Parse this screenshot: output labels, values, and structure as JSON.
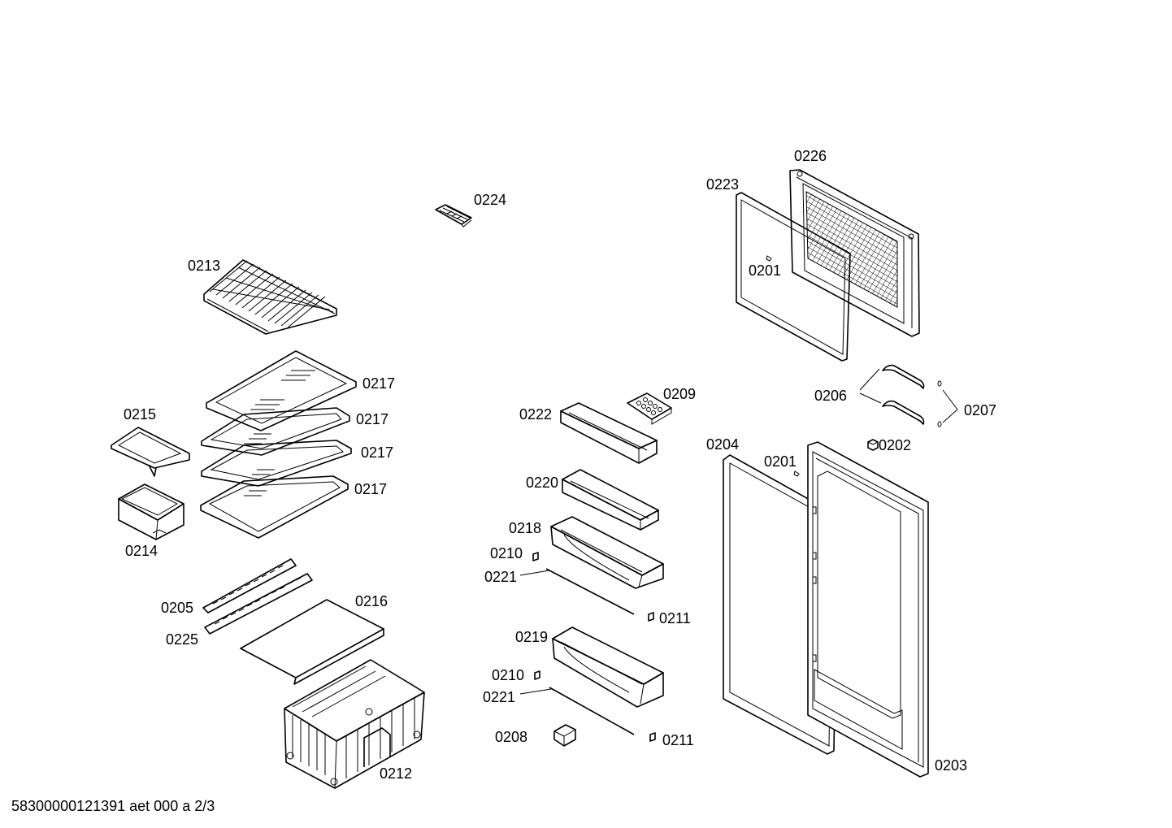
{
  "drawing_id": "58300000121391 aet 000 a 2/3",
  "labels": {
    "l0226": "0226",
    "l0223": "0223",
    "l0224": "0224",
    "l0201a": "0201",
    "l0213": "0213",
    "l0209": "0209",
    "l0217a": "0217",
    "l0206": "0206",
    "l0207": "0207",
    "l0215": "0215",
    "l0222": "0222",
    "l0217b": "0217",
    "l0204": "0204",
    "l0202": "0202",
    "l0217c": "0217",
    "l0201b": "0201",
    "l0220": "0220",
    "l0217d": "0217",
    "l0218": "0218",
    "l0214": "0214",
    "l0210a": "0210",
    "l0221a": "0221",
    "l0216": "0216",
    "l0205": "0205",
    "l0211a": "0211",
    "l0225": "0225",
    "l0219": "0219",
    "l0210b": "0210",
    "l0221b": "0221",
    "l0208": "0208",
    "l0211b": "0211",
    "l0203": "0203",
    "l0212": "0212"
  }
}
